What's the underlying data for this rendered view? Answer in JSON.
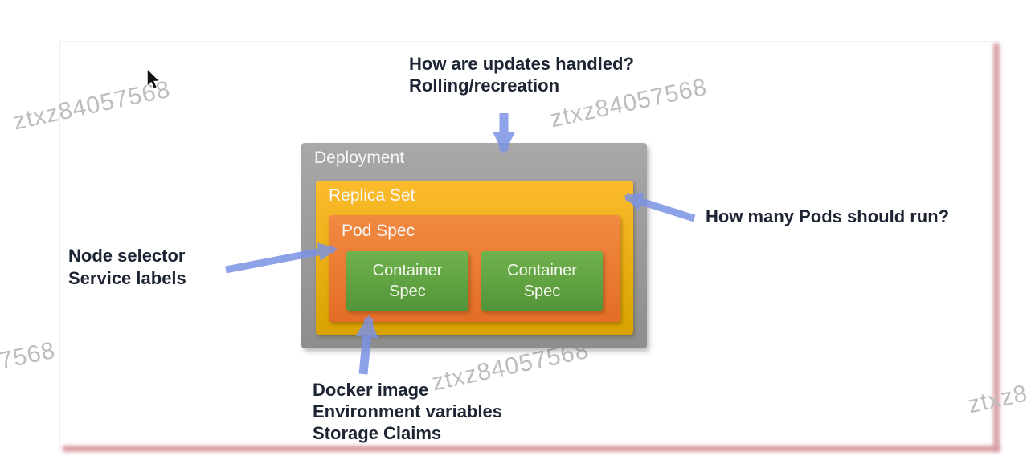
{
  "watermark": {
    "text": "ztxz84057568"
  },
  "diagram": {
    "deployment": "Deployment",
    "replica_set": "Replica Set",
    "pod_spec": "Pod Spec",
    "containers": [
      "Container Spec",
      "Container Spec"
    ]
  },
  "annotations": {
    "updates": [
      "How are updates handled?",
      "Rolling/recreation"
    ],
    "replicas": [
      "How many Pods should run?"
    ],
    "pod": [
      "Node selector",
      "Service labels"
    ],
    "container": [
      "Docker image",
      "Environment variables",
      "Storage Claims"
    ]
  },
  "colors": {
    "deployment_gray": "#9a9a9a",
    "replica_yellow": "#f6b322",
    "pod_orange": "#ec7c33",
    "container_green": "#63a844",
    "arrow_blue": "#7b92e4",
    "annotation_text": "#1d2433",
    "watermark_gray": "#bdbdbd",
    "slide_border_pink": "#d9a0a5"
  }
}
